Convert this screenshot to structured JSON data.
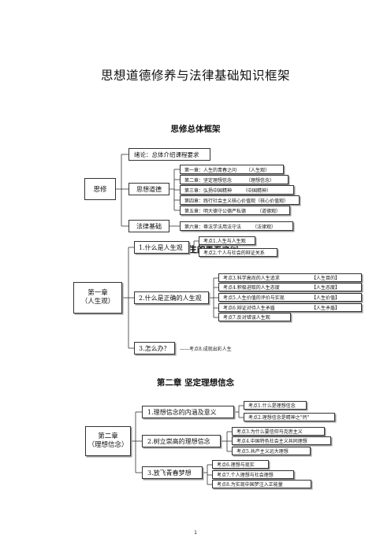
{
  "page_title": "思想道德修养与法律基础知识框架",
  "section_overview": {
    "title": "思修总体框架",
    "root": "思修",
    "intro": "绪论：总体介绍课程要求",
    "group_daode": "思想道德",
    "chapters": [
      {
        "label": "第一章：人生的青春之问",
        "tag": "（人生观）"
      },
      {
        "label": "第二章：坚定理想信念",
        "tag": "（理想信念）"
      },
      {
        "label": "第三章：弘扬中国精神",
        "tag": "（中国精神）"
      },
      {
        "label": "第四章：践行社会主义核心价值观（核心价值观）",
        "tag": ""
      },
      {
        "label": "第五章：明大德守公德严私德",
        "tag": "（道德观）"
      }
    ],
    "group_fal": "法律基础",
    "law_chapter": {
      "label": "第六章：尊法学法用法守法",
      "tag": "（法律观）"
    }
  },
  "section_ch1": {
    "title": "第一章  人生的青春之问",
    "root_line1": "第一章",
    "root_line2": "（人生观）",
    "q1": "1.什么是人生观",
    "q1_points": [
      "考点1.人生与人生观",
      "考点2.个人与社会的辩证关系"
    ],
    "q2": "2.什么是正确的人生观",
    "q2_points": [
      {
        "label": "考点3.科学高尚的人生追求",
        "tag": "【人生目的】"
      },
      {
        "label": "考点4.积极进取的人生态度",
        "tag": "【人生态度】"
      },
      {
        "label": "考点5.人生价值的评价与实现",
        "tag": "【人生价值】"
      },
      {
        "label": "考点6.辩证对待人生矛盾",
        "tag": "【人生矛盾】"
      },
      {
        "label": "考点7.反对错误人生观",
        "tag": ""
      }
    ],
    "q3": "3.怎么办？",
    "q3_note": "——考点8.成就出彩人生"
  },
  "section_ch2": {
    "title": "第二章  坚定理想信念",
    "root_line1": "第二章",
    "root_line2": "（理想信念）",
    "q1": "1.理想信念的内涵及意义",
    "q1_points": [
      "考点1.什么是理想信念",
      "考点2.理想信念是精神之\"钙\""
    ],
    "q2": "2.树立崇高的理想信念",
    "q2_points": [
      "考点3.为什么要信仰马克思主义",
      "考点4.中国特色社会主义共同理想",
      "考点5.共产主义远大理想"
    ],
    "q3": "3.放飞青春梦想",
    "q3_points": [
      "考点6.理想与现实",
      "考点7.个人理想与社会理想",
      "考点8.为实现中国梦注入正能量"
    ]
  },
  "page_number": "1"
}
